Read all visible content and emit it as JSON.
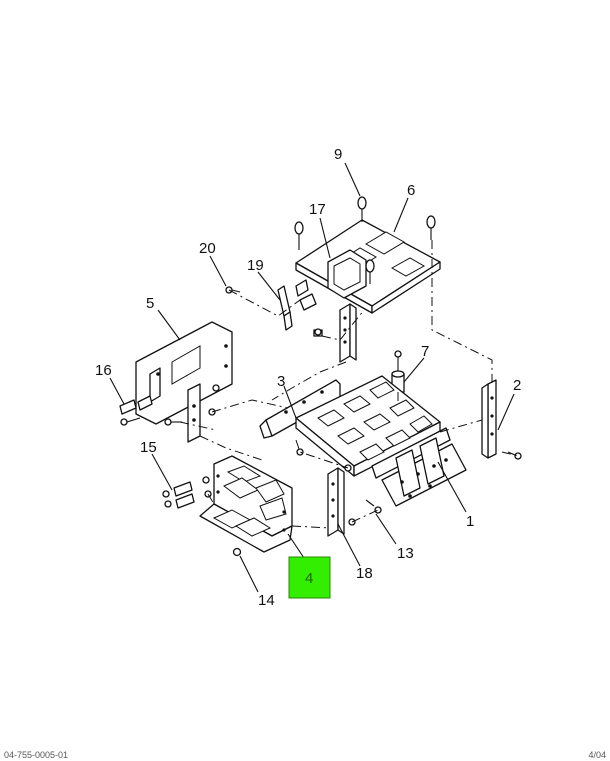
{
  "diagram": {
    "callouts": [
      {
        "id": "1",
        "label": "1"
      },
      {
        "id": "2",
        "label": "2"
      },
      {
        "id": "3",
        "label": "3"
      },
      {
        "id": "4",
        "label": "4"
      },
      {
        "id": "5",
        "label": "5"
      },
      {
        "id": "6",
        "label": "6"
      },
      {
        "id": "7",
        "label": "7"
      },
      {
        "id": "9",
        "label": "9"
      },
      {
        "id": "13",
        "label": "13"
      },
      {
        "id": "14",
        "label": "14"
      },
      {
        "id": "15",
        "label": "15"
      },
      {
        "id": "16",
        "label": "16"
      },
      {
        "id": "17",
        "label": "17"
      },
      {
        "id": "18",
        "label": "18"
      },
      {
        "id": "19",
        "label": "19"
      },
      {
        "id": "20",
        "label": "20"
      }
    ],
    "highlighted_callout": "4",
    "highlight_color": "#33ee00",
    "highlight_text_color": "#1a6d00",
    "line_color": "#111111"
  },
  "footer": {
    "left_text": "04-755-0005-01",
    "right_text": "4/04"
  }
}
